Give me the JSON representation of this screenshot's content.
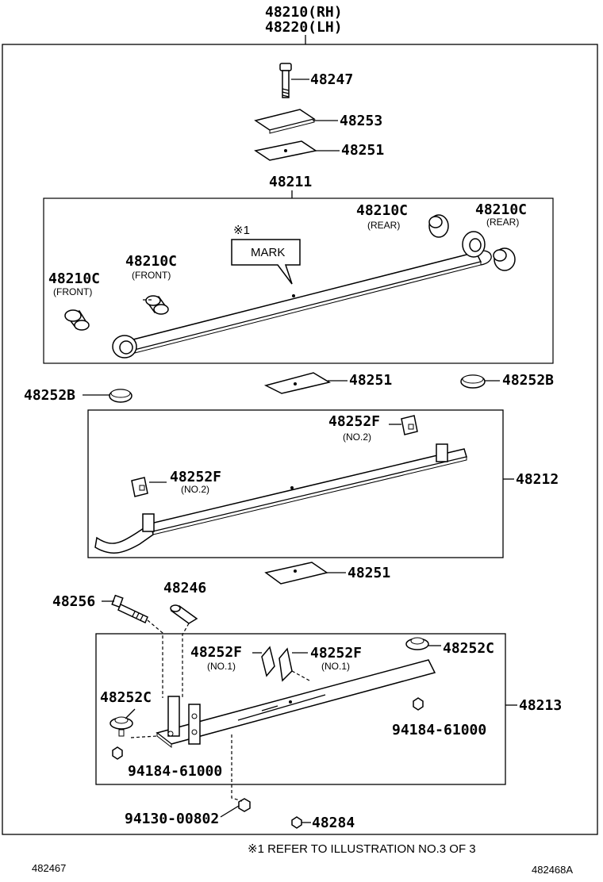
{
  "header": {
    "assembly_rh": "48210(RH)",
    "assembly_lh": "48220(LH)"
  },
  "parts": {
    "bolt_48247": "48247",
    "plate_48253": "48253",
    "plate_48251_top": "48251",
    "leaf_48211": "48211",
    "bushing_rear_mid": "48210C",
    "bushing_rear_right": "48210C",
    "bushing_front_mid": "48210C",
    "bushing_front_left": "48210C",
    "plate_48251_mid": "48251",
    "bumper_48252b_right": "48252B",
    "bumper_48252b_left": "48252B",
    "clip_48252f_top": "48252F",
    "clip_48252f_left": "48252F",
    "leaf_48212": "48212",
    "plate_48251_low": "48251",
    "bolt_48256": "48256",
    "pin_48246": "48246",
    "clip_48252f_no1_left": "48252F",
    "clip_48252f_no1_right": "48252F",
    "bumper_48252c_right": "48252C",
    "bumper_48252c_left": "48252C",
    "leaf_48213": "48213",
    "nut_94184_right": "94184-61000",
    "nut_94184_left": "94184-61000",
    "nut_94130": "94130-00802",
    "nut_48284": "48284"
  },
  "sublabels": {
    "rear_a": "(REAR)",
    "rear_b": "(REAR)",
    "front_a": "(FRONT)",
    "front_b": "(FRONT)",
    "no2_a": "(NO.2)",
    "no2_b": "(NO.2)",
    "no1_a": "(NO.1)",
    "no1_b": "(NO.1)"
  },
  "annotations": {
    "ref_mark": "※1",
    "mark_box": "MARK",
    "footnote": "※1  REFER TO ILLUSTRATION NO.3 OF 3"
  },
  "footer": {
    "left_code": "482467",
    "right_code": "482468A"
  }
}
